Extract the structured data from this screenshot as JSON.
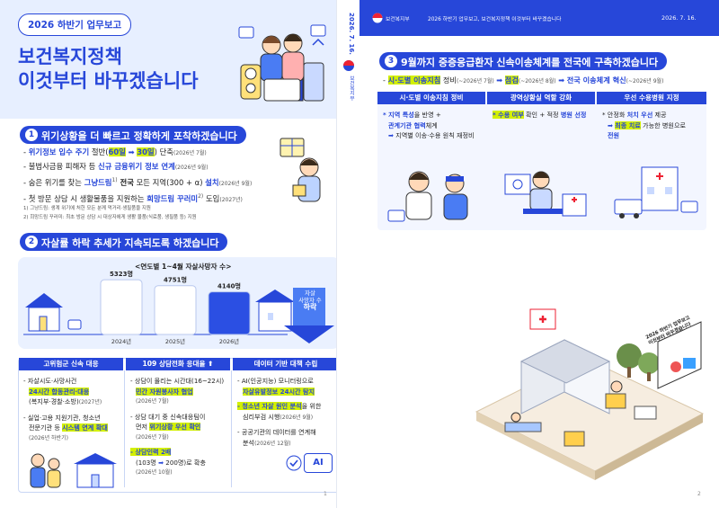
{
  "left": {
    "badge": "2026 하반기 업무보고",
    "title_line1": "보건복지정책",
    "title_line2": "이것부터 바꾸겠습니다",
    "page_number": "1"
  },
  "spine": {
    "date": "2026. 7. 16.",
    "org": "보건복지부"
  },
  "section1": {
    "num": "1",
    "heading": "위기상황을 더 빠르고 정확하게 포착하겠습니다",
    "b1_a": "위기정보 입수 주기",
    "b1_b": " 절반(",
    "b1_c": "60일",
    "b1_d": "30일",
    "b1_e": ") 단축",
    "b1_f": "(2026년 7월)",
    "b2_a": "불법사금융 피해자 등 ",
    "b2_b": "신규 금융위기 정보 연계",
    "b2_c": "(2026년 9월)",
    "b3_a": "숨은 위기를 찾는 ",
    "b3_b": "그냥드림",
    "b3_sup": "1)",
    "b3_c": " 전국",
    "b3_d": " 모든 지역(300 + α) ",
    "b3_e": "설치",
    "b3_f": "(2026년 9월)",
    "b4_a": "첫 방문 상담 시 생활물품을 지원하는 ",
    "b4_b": "희망드림 꾸러미",
    "b4_sup": "2)",
    "b4_c": " 도입",
    "b4_d": "(2027년)",
    "note1": "1) 그냥드림: 생계 위기에 처한 모든 분께 먹거리·생필품을 지원",
    "note2": "2) 희망드림 꾸러미: 최초 방문 상담 시 대상자에게 생활 물품(식료품, 생필품 등) 지원"
  },
  "section2": {
    "num": "2",
    "heading": "자살률 하락 추세가 지속되도록 하겠습니다",
    "chart_title": "<연도별 1~4월 자살사망자 수>",
    "decline_label_1": "자살",
    "decline_label_2": "사망자 수",
    "decline_label_3": "하락",
    "cols": [
      {
        "head": "고위험군 신속 대응",
        "l1": "- 자살시도·사망사건",
        "l2": "24시간 합동관리·대응",
        "l3": "(복지부·경찰·소방)",
        "l3b": "(2027년)",
        "l4": "- 실업·고용 지원기관, 청소년",
        "l5": "전문기관 등 ",
        "l5b": "시스템 연계 확대",
        "l6": "(2026년 하반기)"
      },
      {
        "head": "109 상담전화 응대율 ⬆",
        "l1": "- 상담이 몰리는 시간대(16~22시)",
        "l2": "민간 자원봉사자 협업",
        "l3": "(2026년 7월)",
        "l4": "- 상담 대기 중 신속대응팀이",
        "l5": "먼저 ",
        "l5b": "위기상황 우선 확인",
        "l6": "(2026년 7월)",
        "l7": "- 상담인력 2배",
        "l8": "(103명 ",
        "l8b": " 200명)로 확충",
        "l9": "(2026년 10월)"
      },
      {
        "head": "데이터 기반 대책 수립",
        "l1": "- AI(인공지능) 모니터링으로",
        "l2": "자살유발정보 24시간 탐지",
        "l3": "- 청소년 자살 원인 분석",
        "l3b": "을 위한",
        "l4": "심리부검 시행",
        "l4b": "(2026년 9월)",
        "l5": "- 공공기관의 데이터를 연계해",
        "l6": "분석",
        "l6b": "(2026년 12월)",
        "ai": "AI"
      }
    ]
  },
  "chart_data": {
    "type": "bar",
    "title": "<연도별 1~4월 자살사망자 수>",
    "categories": [
      "2024년",
      "2025년",
      "2026년"
    ],
    "values": [
      5323,
      4751,
      4140
    ],
    "value_labels": [
      "5323명",
      "4751명",
      "4140명"
    ],
    "xlabel": "",
    "ylabel": "",
    "colors": [
      "#ffffff",
      "#ffffff",
      "#2b4fe3"
    ]
  },
  "right": {
    "header_text": "2026 하반기 업무보고, 보건복지정책 이것부터 바꾸겠습니다",
    "header_logo": "보건복지부",
    "header_date": "2026. 7. 16.",
    "page_number": "2",
    "section3": {
      "num": "3",
      "heading": "9월까지 중증응급환자 신속이송체계를 전국에 구축하겠습니다",
      "step1": "시·도별 이송지침",
      "step1b": " 정비",
      "step1c": "(~2026년 7월)",
      "step2": "점검",
      "step2c": "(~2026년 8월)",
      "step3": "전국 이송체계 혁신",
      "step3c": "(~2026년 9월)",
      "cols": [
        {
          "head": "시·도별 이송지침 정비",
          "l1": "* 지역 특성",
          "l1b": "을 반영 +",
          "l2": "관계기관 협력",
          "l2b": "체계",
          "l3": "지역별 이송·수용 원칙 재정비"
        },
        {
          "head": "광역상황실 역할 강화",
          "l1": "* 수용 여부",
          "l1b": " 확인 + 적정 ",
          "l1c": "병원 선정"
        },
        {
          "head": "우선 수용병원 지정",
          "l1": "* 안정화 ",
          "l1b": "처치 우선",
          "l1c": " 제공",
          "l2": "최종 치료",
          "l2b": " 가능한 병원으로",
          "l3": "전원"
        }
      ]
    },
    "board_text": "2026 하반기 업무보고 이것부터 바꾸겠습니다"
  }
}
